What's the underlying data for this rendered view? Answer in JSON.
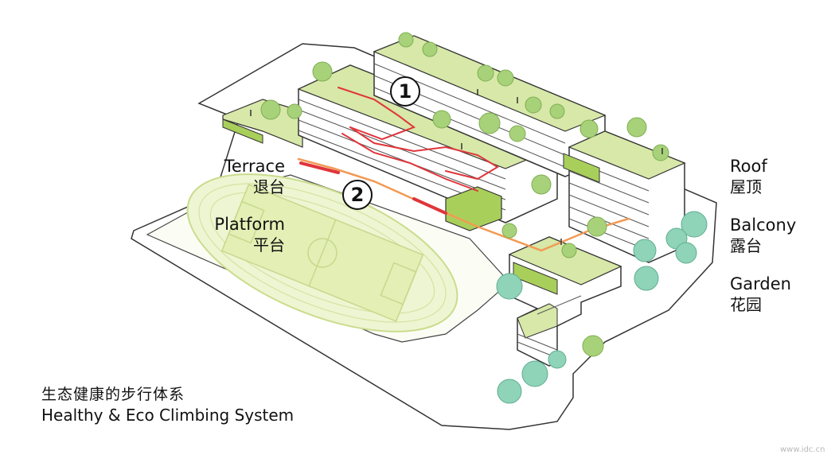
{
  "labels": {
    "terrace": {
      "en": "Terrace",
      "zh": "退台"
    },
    "platform": {
      "en": "Platform",
      "zh": "平台"
    },
    "roof": {
      "en": "Roof",
      "zh": "屋顶"
    },
    "balcony": {
      "en": "Balcony",
      "zh": "露台"
    },
    "garden": {
      "en": "Garden",
      "zh": "花园"
    }
  },
  "markers": {
    "one": "1",
    "two": "2"
  },
  "caption": {
    "zh": "生态健康的步行体系",
    "en": "Healthy & Eco Climbing System"
  },
  "watermark": {
    "text": "www.idc.cn"
  },
  "colors": {
    "roof_green": "#d7e8a8",
    "field_green": "#e3efb5",
    "terrace_green": "#a9cf5b",
    "tree_green": "#a8d27a",
    "tree_teal": "#8fd3b8",
    "stair_red": "#e0353b",
    "path_orange": "#f29a55"
  }
}
